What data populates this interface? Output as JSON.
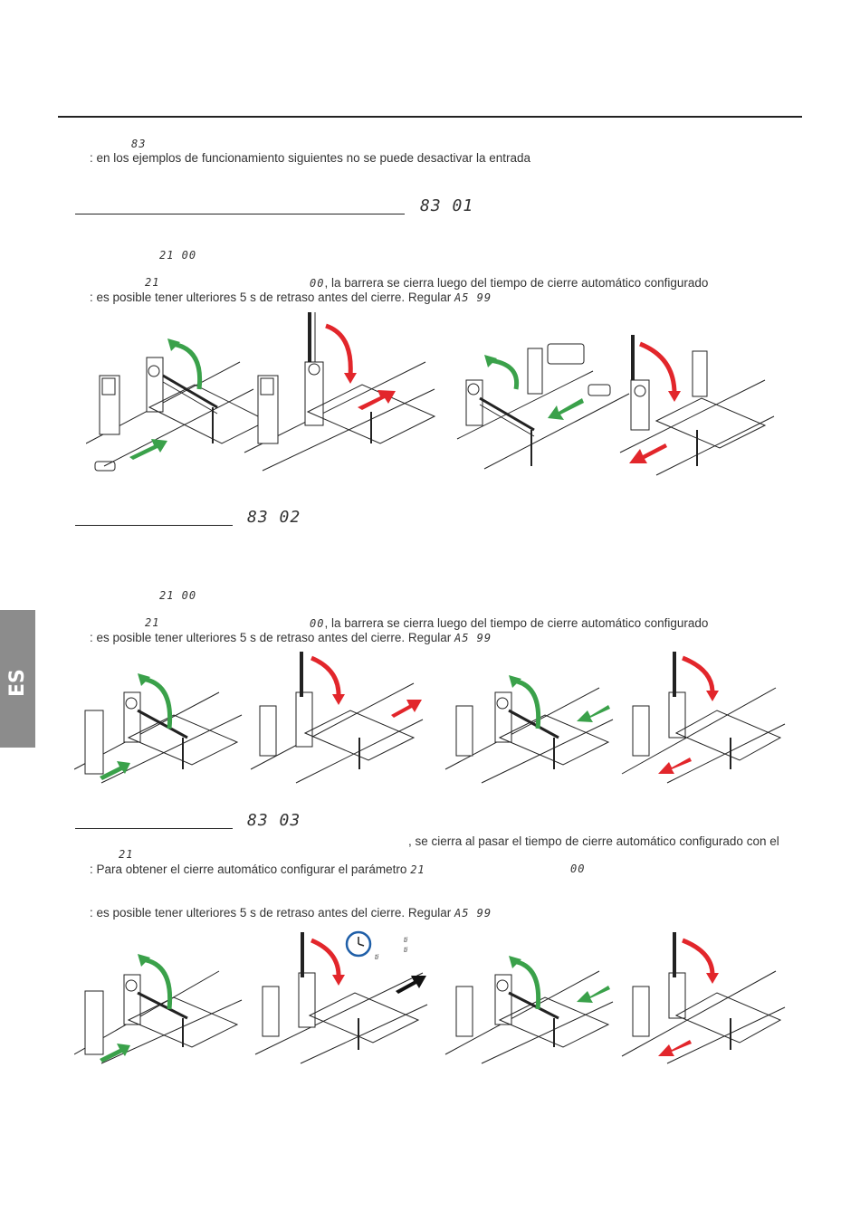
{
  "header": {
    "code": "83"
  },
  "intro": ": en los ejemplos de funcionamiento siguientes no se puede desactivar la entrada",
  "section1": {
    "code": "83 01",
    "param_a": "21 00",
    "param_b": "21",
    "param_c": "00",
    "line1": ", la barrera se cierra luego del tiempo de cierre automático configurado",
    "line2": ": es posible tener ulteriores 5 s de retraso antes del cierre. Regular",
    "line2_code": "A5 99"
  },
  "section2": {
    "code": "83 02",
    "param_a": "21 00",
    "param_b": "21",
    "param_c": "00",
    "line1": ", la barrera se cierra luego del tiempo de cierre automático configurado",
    "line2": ": es posible tener ulteriores 5 s de retraso antes del cierre. Regular",
    "line2_code": "A5 99"
  },
  "section3": {
    "code": "83 03",
    "line1": ", se cierra al pasar el tiempo de cierre automático configurado con el",
    "param_b": "21",
    "line2": ": Para obtener el cierre automático configurar el parámetro",
    "line2_code": "21",
    "line2_code2": "00",
    "line3": ": es posible tener ulteriores 5 s de retraso antes del cierre. Regular",
    "line3_code": "A5 99",
    "timer_labels": [
      "ti",
      "ti",
      "ti"
    ]
  },
  "side_tab": "ES",
  "colors": {
    "green": "#3aa14a",
    "red": "#e2262b",
    "black": "#111111",
    "tab": "#8c8c8c"
  },
  "icons": [
    "barrier-open-icon",
    "barrier-closed-icon",
    "green-arrow-icon",
    "red-arrow-icon",
    "timer-icon",
    "card-reader-icon"
  ]
}
